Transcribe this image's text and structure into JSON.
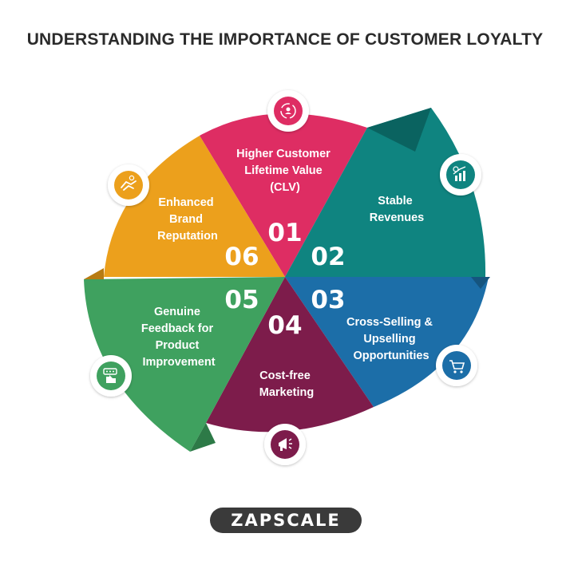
{
  "title": "UNDERSTANDING THE IMPORTANCE OF CUSTOMER LOYALTY",
  "segments": [
    {
      "number": "01",
      "lines": [
        "Higher Customer",
        "Lifetime Value",
        "(CLV)"
      ],
      "color": "#de2d63",
      "icon": "refresh-user-icon"
    },
    {
      "number": "02",
      "lines": [
        "Stable",
        "Revenues"
      ],
      "color": "#0f8480",
      "icon": "revenue-chart-icon"
    },
    {
      "number": "03",
      "lines": [
        "Cross-Selling &",
        "Upselling",
        "Opportunities"
      ],
      "color": "#1c6ea8",
      "icon": "shopping-cart-icon"
    },
    {
      "number": "04",
      "lines": [
        "Cost-free",
        "Marketing"
      ],
      "color": "#7d1c4b",
      "icon": "megaphone-icon"
    },
    {
      "number": "05",
      "lines": [
        "Genuine",
        "Feedback for",
        "Product",
        "Improvement"
      ],
      "color": "#3fa15f",
      "icon": "feedback-rating-icon"
    },
    {
      "number": "06",
      "lines": [
        "Enhanced",
        "Brand",
        "Reputation"
      ],
      "color": "#eca01c",
      "icon": "handshake-icon"
    }
  ],
  "logo": {
    "text": "ZAPSCALE"
  }
}
